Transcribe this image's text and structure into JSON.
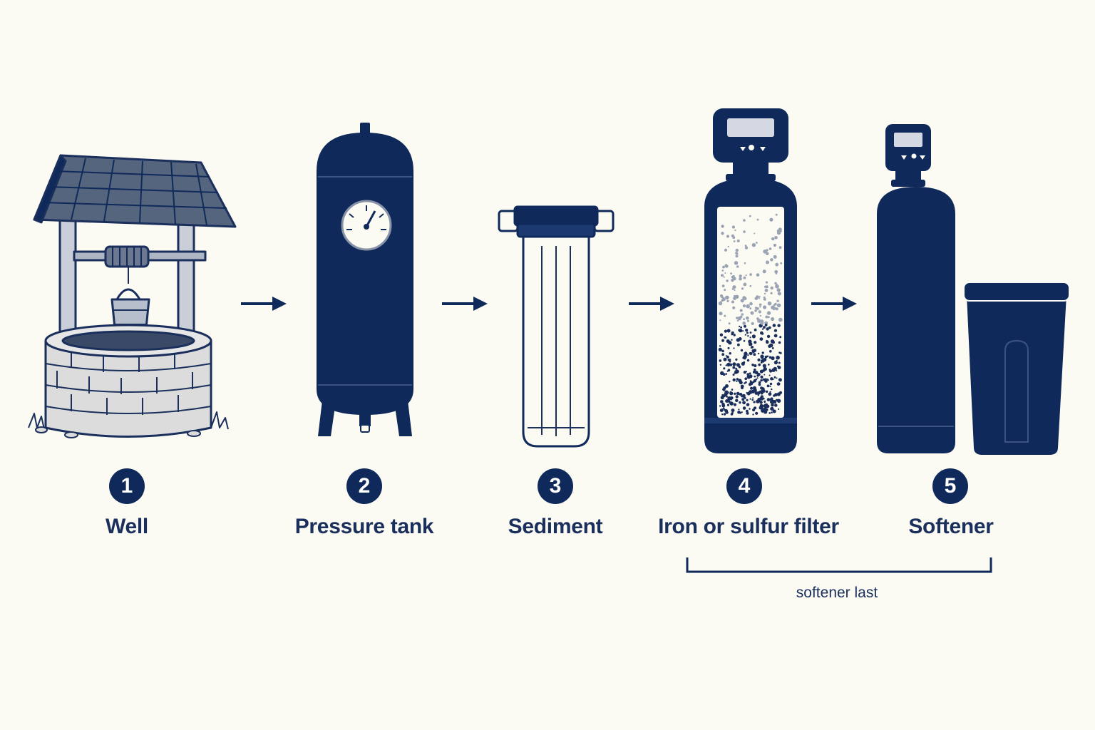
{
  "colors": {
    "navy": "#0f2a5a",
    "outline": "#1a2f5c",
    "background": "#fbfaf3",
    "stone": "#dcdcdc"
  },
  "steps": [
    {
      "number": "1",
      "label": "Well",
      "icon": "wishing-well-icon"
    },
    {
      "number": "2",
      "label": "Pressure tank",
      "icon": "pressure-tank-icon"
    },
    {
      "number": "3",
      "label": "Sediment",
      "icon": "sediment-filter-housing-icon"
    },
    {
      "number": "4",
      "label": "Iron or sulfur filter",
      "icon": "iron-sulfur-filter-tank-icon"
    },
    {
      "number": "5",
      "label": "Softener",
      "icon": "water-softener-icon"
    }
  ],
  "bracket_note": "softener last"
}
